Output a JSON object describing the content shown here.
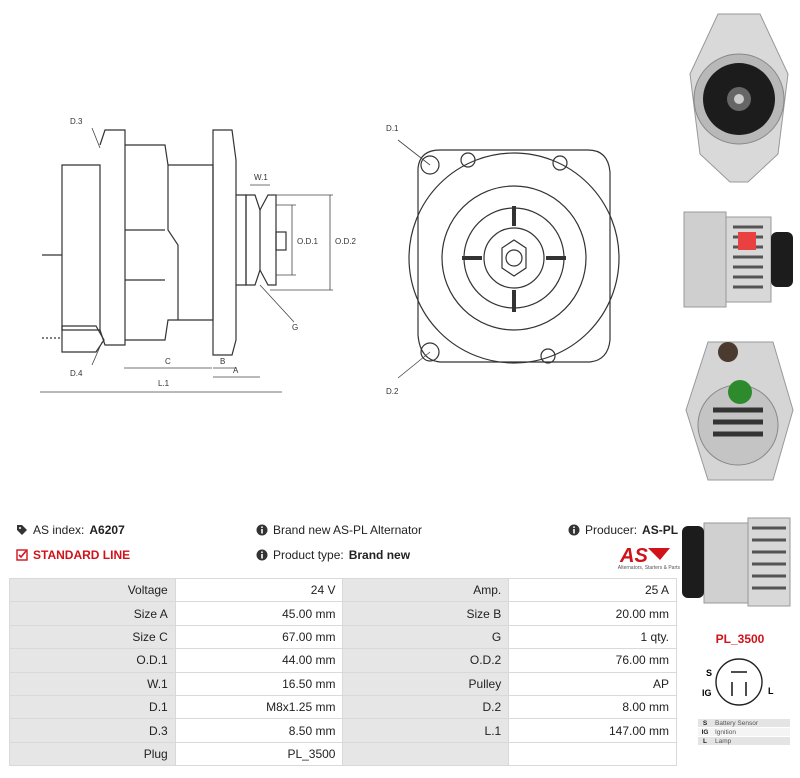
{
  "drawing": {
    "labels": {
      "d3": "D.3",
      "d4": "D.4",
      "c": "C",
      "b": "B",
      "a": "A",
      "l1": "L.1",
      "w1": "W.1",
      "od1": "O.D.1",
      "od2": "O.D.2",
      "g": "G",
      "d1": "D.1",
      "d2": "D.2"
    }
  },
  "info": {
    "as_index_label": "AS index:",
    "as_index_value": "A6207",
    "line": "STANDARD LINE",
    "description": "Brand new AS-PL Alternator",
    "product_type_label": "Product type:",
    "product_type_value": "Brand new",
    "producer_label": "Producer:",
    "producer_value": "AS-PL",
    "brand_logo": "AS",
    "brand_tagline": "Alternators, Starters & Parts"
  },
  "specs": [
    [
      "Voltage",
      "24 V",
      "Amp.",
      "25 A"
    ],
    [
      "Size A",
      "45.00 mm",
      "Size B",
      "20.00 mm"
    ],
    [
      "Size C",
      "67.00 mm",
      "G",
      "1 qty."
    ],
    [
      "O.D.1",
      "44.00 mm",
      "O.D.2",
      "76.00 mm"
    ],
    [
      "W.1",
      "16.50 mm",
      "Pulley",
      "AP"
    ],
    [
      "D.1",
      "M8x1.25 mm",
      "D.2",
      "8.00 mm"
    ],
    [
      "D.3",
      "8.50 mm",
      "L.1",
      "147.00 mm"
    ],
    [
      "Plug",
      "PL_3500",
      "",
      ""
    ]
  ],
  "plug": {
    "title": "PL_3500",
    "pins": {
      "s": "S",
      "ig": "IG",
      "l": "L"
    },
    "legend": [
      {
        "code": "S",
        "desc": "Battery Sensor"
      },
      {
        "code": "IG",
        "desc": "Ignition"
      },
      {
        "code": "L",
        "desc": "Lamp"
      }
    ]
  },
  "colors": {
    "accent": "#d0121b",
    "label_bg": "#e6e6e6",
    "border": "#d9d9d9"
  }
}
